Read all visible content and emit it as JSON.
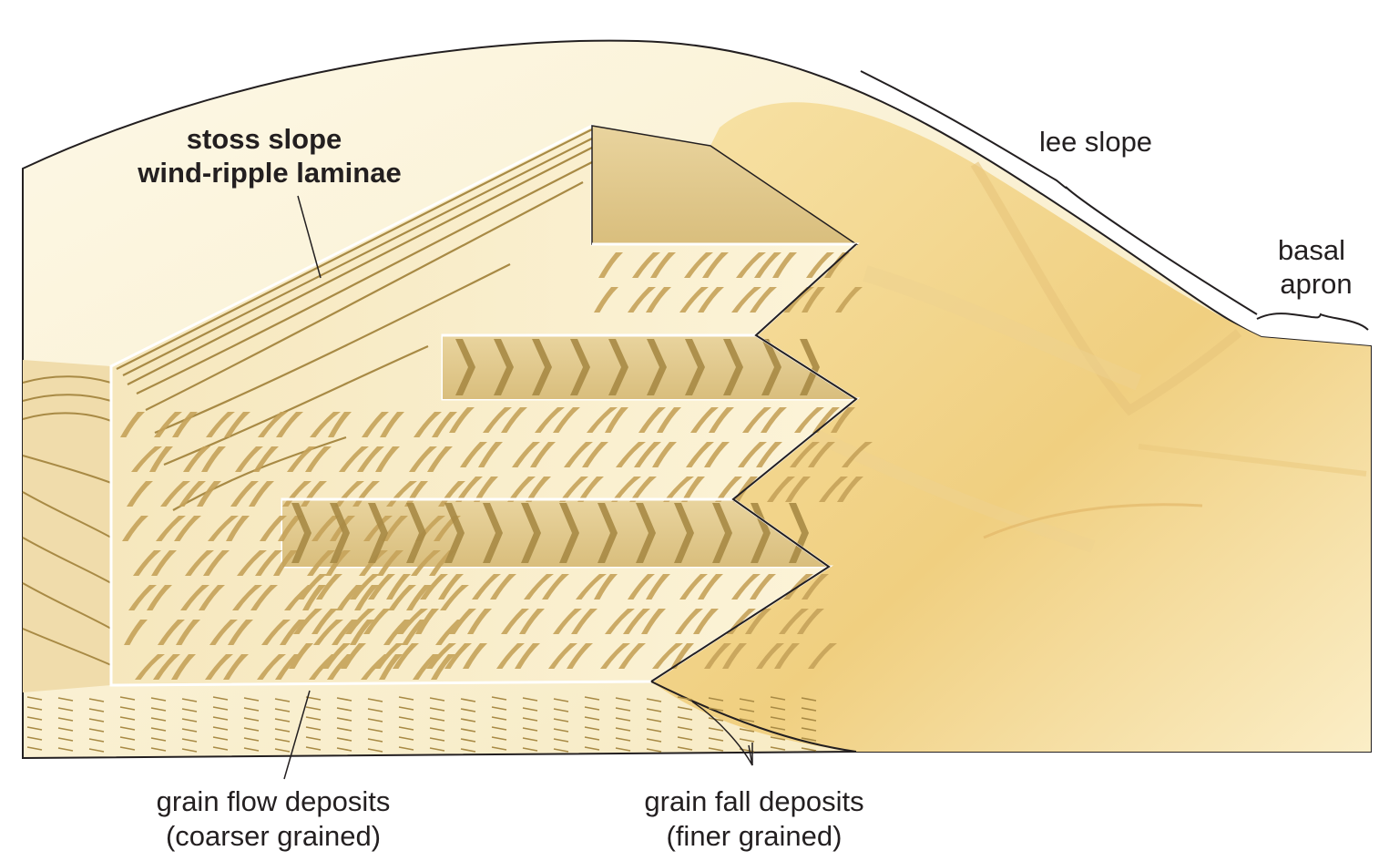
{
  "labels": {
    "stoss": {
      "line1": "stoss slope",
      "line2": "wind-ripple laminae"
    },
    "lee": "lee slope",
    "basal": {
      "line1": "basal",
      "line2": "apron"
    },
    "grain_flow": {
      "line1": "grain flow deposits",
      "line2": "(coarser grained)"
    },
    "grain_fall": {
      "line1": "grain fall deposits",
      "line2": "(finer grained)"
    }
  },
  "colors": {
    "sand_light": "#fbf3d6",
    "sand_mid": "#f2d99a",
    "sand_dark": "#e6bf6c",
    "lamina": "#a88a45",
    "outline": "#231f20"
  }
}
